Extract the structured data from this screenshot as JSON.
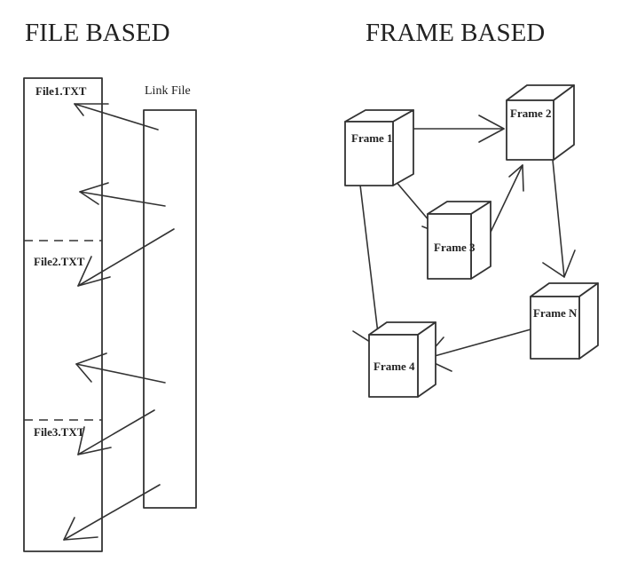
{
  "headings": {
    "left": "FILE BASED",
    "right": "FRAME BASED"
  },
  "file_based": {
    "link_file_label": "Link File",
    "files": [
      "File1.TXT",
      "File2.TXT",
      "File3.TXT"
    ]
  },
  "frame_based": {
    "frames": [
      "Frame 1",
      "Frame 2",
      "Frame 3",
      "Frame 4",
      "Frame N"
    ]
  },
  "colors": {
    "ink": "#333333",
    "background": "#ffffff"
  }
}
